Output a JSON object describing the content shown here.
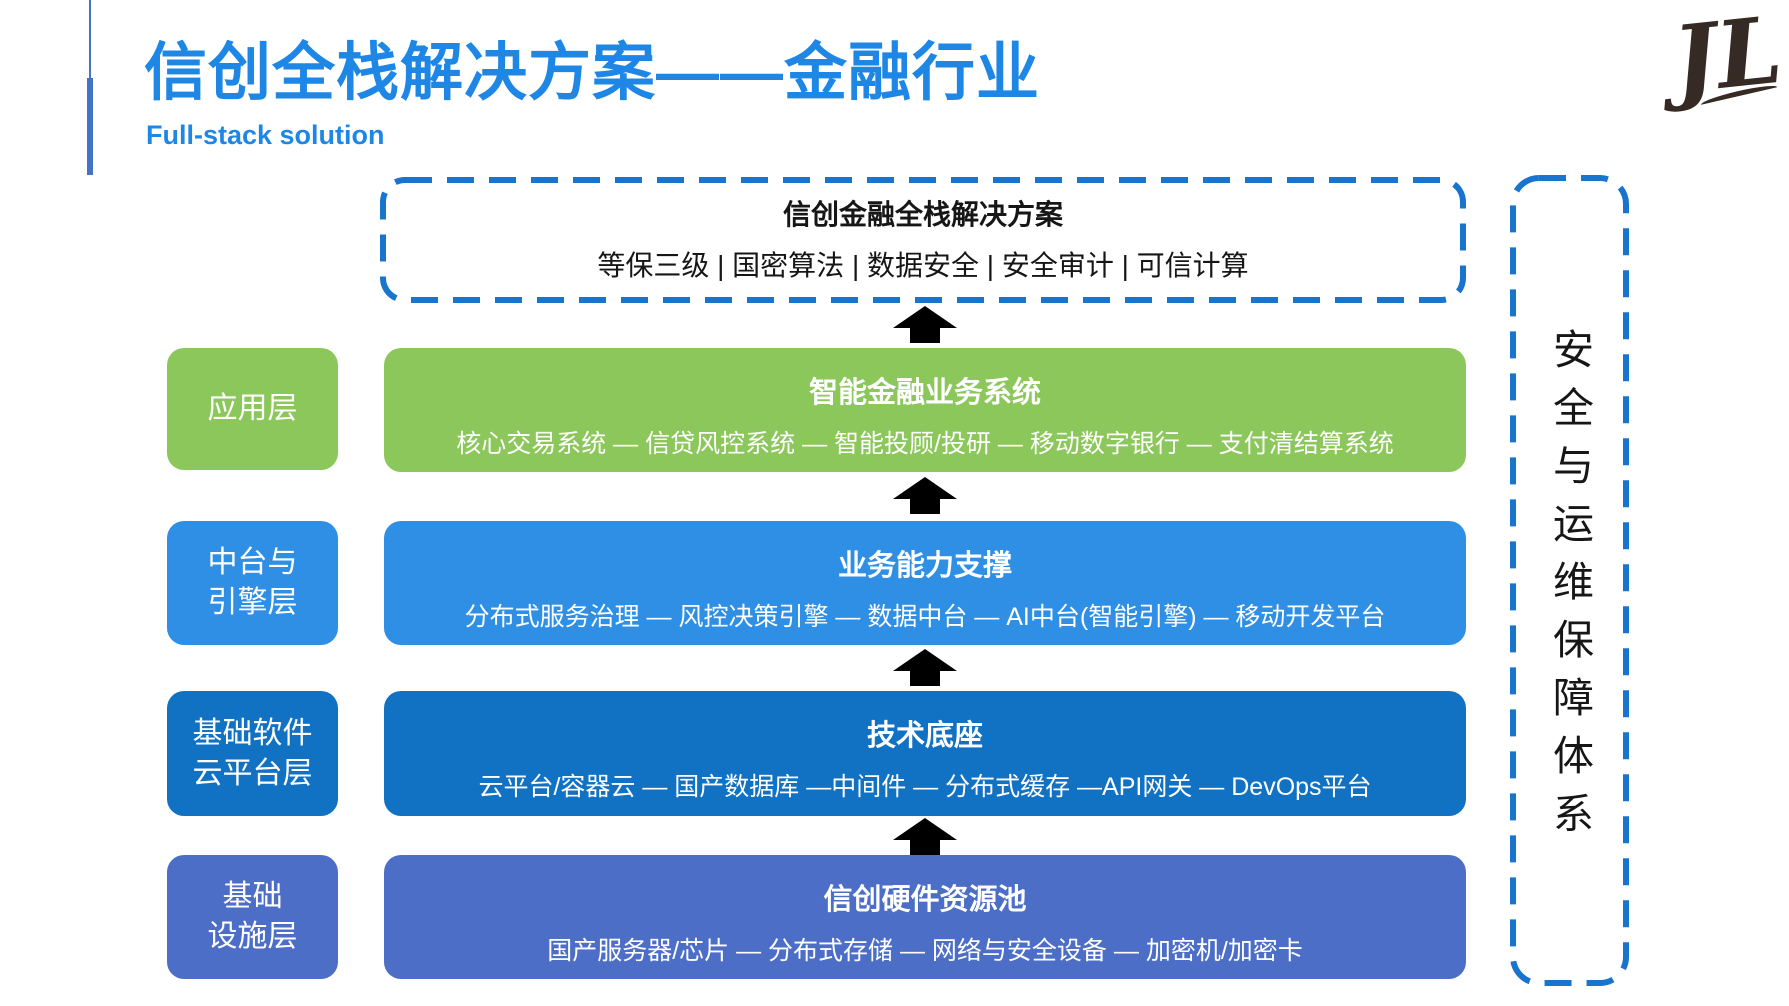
{
  "header": {
    "title": "信创全栈解决方案——金融行业",
    "subtitle": "Full-stack solution",
    "logo_text": "JL"
  },
  "top_box": {
    "title": "信创金融全栈解决方案",
    "subtitle": "等保三级 | 国密算法 | 数据安全 | 安全审计 | 可信计算"
  },
  "layers": [
    {
      "label_line1": "应用层",
      "label_line2": "",
      "title": "智能金融业务系统",
      "items": "核心交易系统 — 信贷风控系统 — 智能投顾/投研 — 移动数字银行 — 支付清结算系统",
      "color": "#8cc75b"
    },
    {
      "label_line1": "中台与",
      "label_line2": "引擎层",
      "title": "业务能力支撑",
      "items": "分布式服务治理 — 风控决策引擎 — 数据中台 — AI中台(智能引擎) — 移动开发平台",
      "color": "#2f8fe4"
    },
    {
      "label_line1": "基础软件",
      "label_line2": "云平台层",
      "title": "技术底座",
      "items": "云平台/容器云 — 国产数据库 —中间件 — 分布式缓存 —API网关 — DevOps平台",
      "color": "#1171c2"
    },
    {
      "label_line1": "基础",
      "label_line2": "设施层",
      "title": "信创硬件资源池",
      "items": "国产服务器/芯片 — 分布式存储 — 网络与安全设备 — 加密机/加密卡",
      "color": "#4c6ec7"
    }
  ],
  "side_box": {
    "text": "安全与运维保障体系"
  },
  "colors": {
    "title_blue": "#1e87e6",
    "accent_line": "#4472c4",
    "dash_blue": "#1874cc",
    "arrow_black": "#000000",
    "logo_ink": "#362a24",
    "text_black": "#161616"
  }
}
